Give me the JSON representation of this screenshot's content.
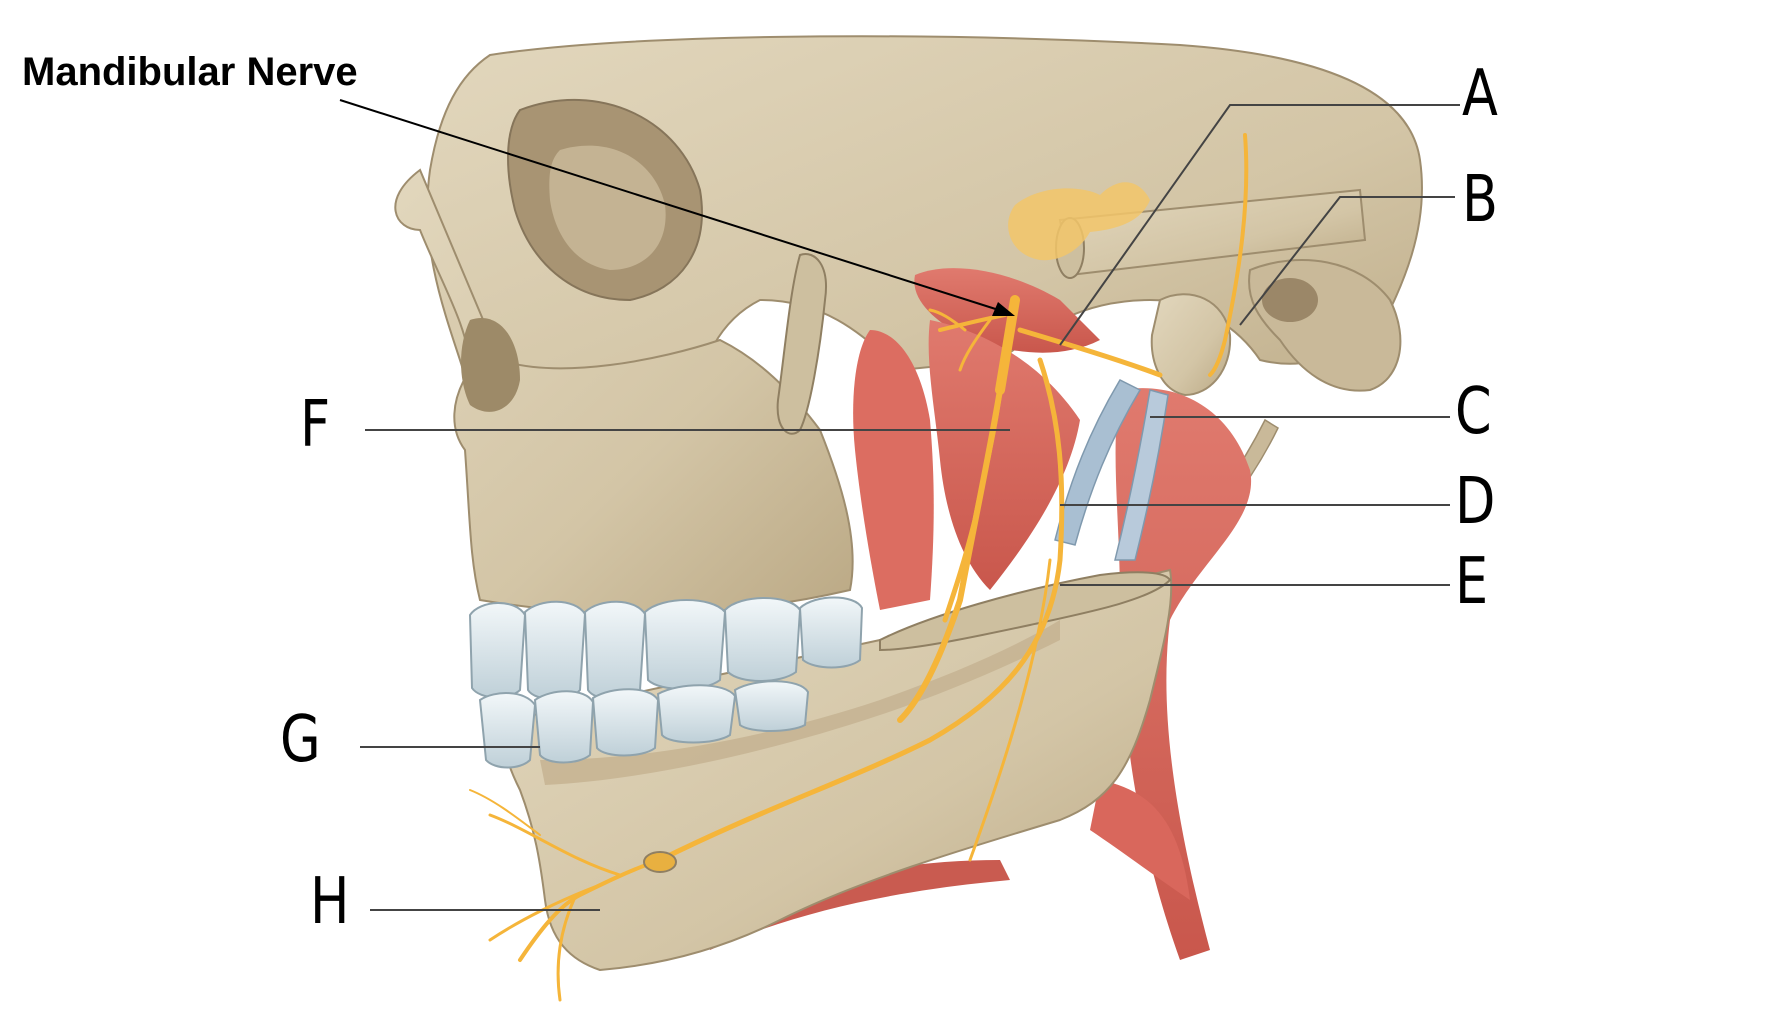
{
  "diagram": {
    "title_label": "Mandibular Nerve",
    "labels": {
      "A": "A",
      "B": "B",
      "C": "C",
      "D": "D",
      "E": "E",
      "F": "F",
      "G": "G",
      "H": "H"
    }
  },
  "colors": {
    "bone": "#d6c9ac",
    "bone_shadow": "#b7a685",
    "muscle": "#d9675c",
    "nerve": "#f5b53a",
    "vessel": "#a9bfd2",
    "teeth": "#e4eef2"
  }
}
